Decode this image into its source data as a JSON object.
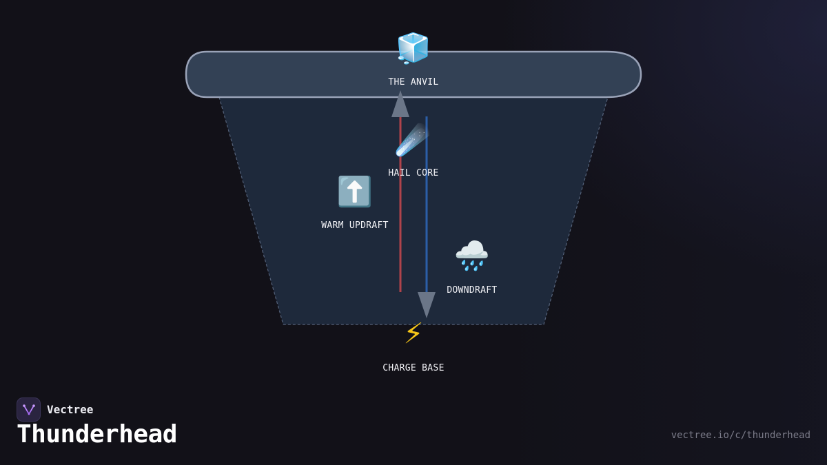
{
  "brand": {
    "name": "Vectree"
  },
  "title": "Thunderhead",
  "url": "vectree.io/c/thunderhead",
  "colors": {
    "background": "#121118",
    "anvil_fill": "#334155",
    "anvil_stroke": "#9aa3b8",
    "cloud_body": "#1e293b",
    "updraft": "#b0434b",
    "downdraft": "#2c5ea8",
    "arrowhead": "#6b7688",
    "logo_accent": "#a56bf0"
  },
  "nodes": [
    {
      "id": "anvil",
      "label": "THE ANVIL",
      "icon": "ice-cube-icon",
      "glyph": "🧊"
    },
    {
      "id": "hail-core",
      "label": "HAIL CORE",
      "icon": "comet-icon",
      "glyph": "☄️"
    },
    {
      "id": "warm-updraft",
      "label": "WARM UPDRAFT",
      "icon": "up-arrow-icon",
      "glyph": "⬆️"
    },
    {
      "id": "downdraft",
      "label": "DOWNDRAFT",
      "icon": "rain-cloud-icon",
      "glyph": "🌧️"
    },
    {
      "id": "charge-base",
      "label": "CHARGE BASE",
      "icon": "lightning-icon",
      "glyph": "⚡"
    }
  ]
}
